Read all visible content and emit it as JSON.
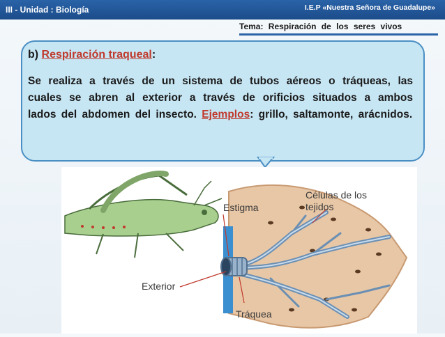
{
  "header": {
    "unit": "III - Unidad : Biología",
    "school": "I.E.P «Nuestra Señora de Guadalupe»"
  },
  "topic": "Tema: Respiración de los seres vivos",
  "content": {
    "heading_prefix": "b) ",
    "heading_label": "Respiración traqueal",
    "heading_suffix": ":",
    "para_before": "Se realiza a través de un sistema de tubos aéreos o tráqueas, las cuales se abren al exterior a través de orificios situados a ambos lados del abdomen del insecto. ",
    "examples_label": "Ejemplos",
    "para_after": ": grillo, saltamonte, arácnidos."
  },
  "figure": {
    "labels": {
      "cells": "Células de los tejidos",
      "stigma": "Estigma",
      "exterior": "Exterior",
      "trachea": "Tráquea"
    }
  },
  "colors": {
    "header_bg": "#1c4c8a",
    "bubble_bg": "#c7e6f4",
    "accent_red": "#c0392b"
  }
}
